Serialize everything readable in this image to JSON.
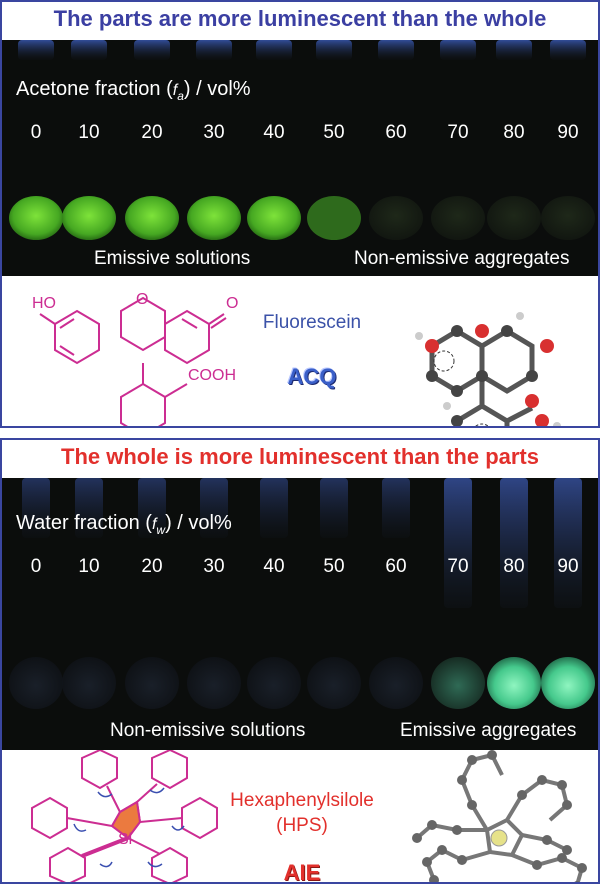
{
  "acq": {
    "title": "The parts are more luminescent than the whole",
    "fraction_label_prefix": "Acetone fraction (",
    "fraction_symbol_base": "f",
    "fraction_symbol_sub": "a",
    "fraction_label_suffix": ") / vol%",
    "ticks": [
      "0",
      "10",
      "20",
      "30",
      "40",
      "50",
      "60",
      "70",
      "80",
      "90"
    ],
    "left_caption": "Emissive solutions",
    "right_caption": "Non-emissive aggregates",
    "compound_name": "Fluorescein",
    "badge": "ACQ",
    "atom_labels": {
      "ho": "HO",
      "o_ring": "O",
      "o_keto": "O",
      "cooh": "COOH"
    },
    "colors": {
      "title": "#3b3fa2",
      "glow": "#5fd22e",
      "structure": "#cc2d92"
    }
  },
  "aie": {
    "title": "The whole is more luminescent than the parts",
    "fraction_label_prefix": "Water fraction (",
    "fraction_symbol_base": "f",
    "fraction_symbol_sub": "w",
    "fraction_label_suffix": ") / vol%",
    "ticks": [
      "0",
      "10",
      "20",
      "30",
      "40",
      "50",
      "60",
      "70",
      "80",
      "90"
    ],
    "left_caption": "Non-emissive solutions",
    "right_caption": "Emissive aggregates",
    "compound_name_line1": "Hexaphenylsilole",
    "compound_name_line2": "(HPS)",
    "badge": "AIE",
    "atom_labels": {
      "si": "Si"
    },
    "colors": {
      "title": "#e2302c",
      "glow": "#56e3a6",
      "structure": "#cc2d92"
    }
  }
}
